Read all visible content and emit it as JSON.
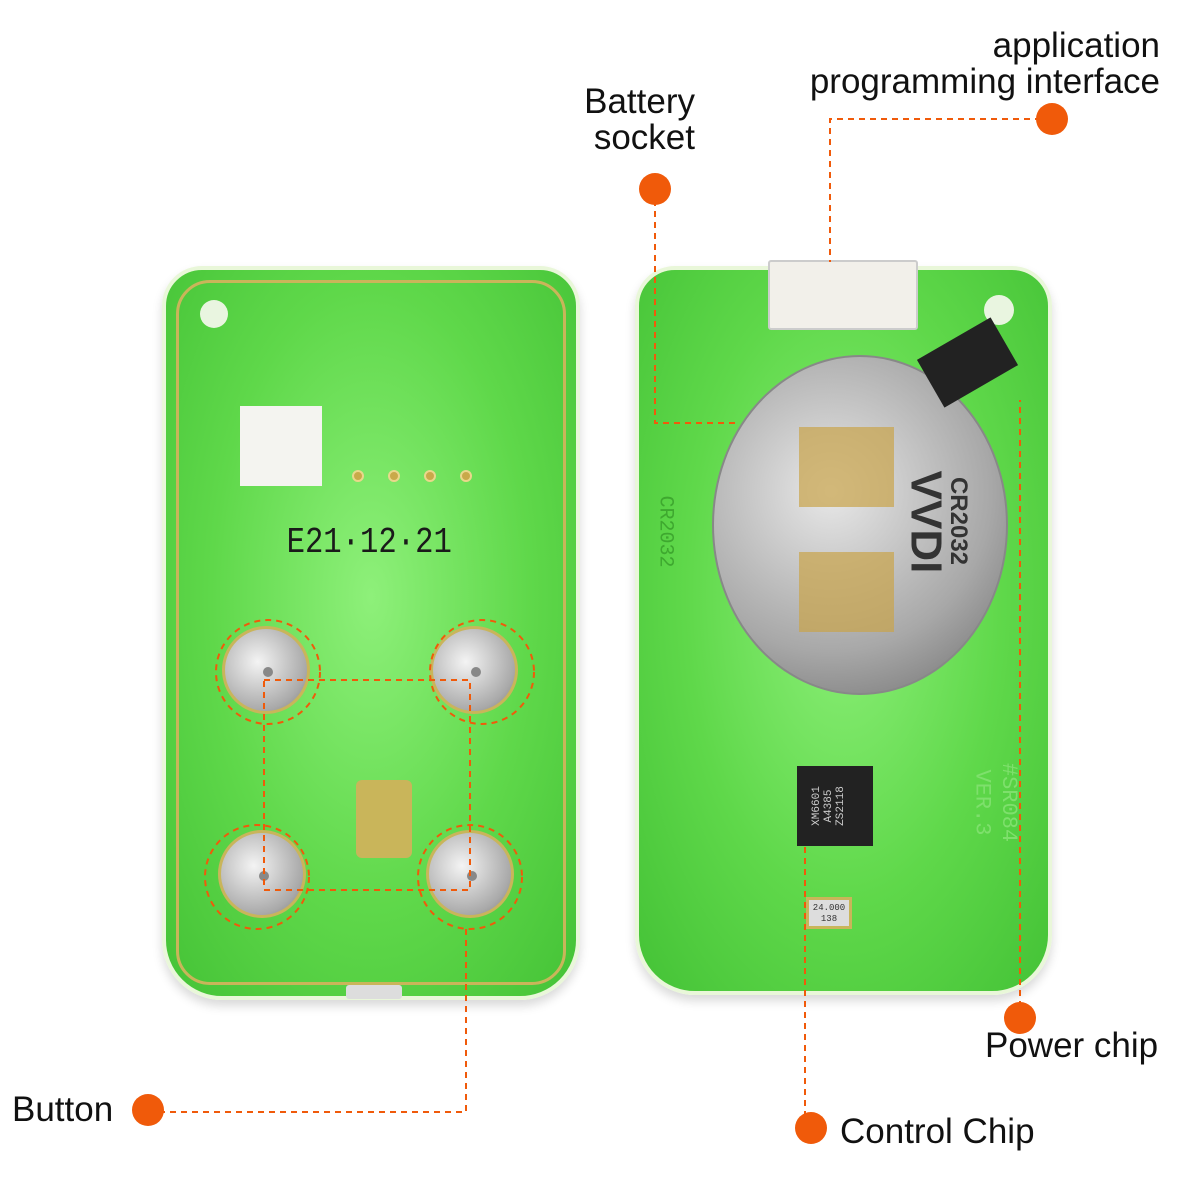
{
  "callouts": {
    "api": {
      "line1": "application",
      "line2": "programming interface"
    },
    "battery": {
      "line1": "Battery",
      "line2": "socket"
    },
    "power_chip": "Power chip",
    "control_chip": "Control Chip",
    "button": "Button"
  },
  "pcb_markings": {
    "date_code": "E21·12·21",
    "battery_type_silk": "CR2032",
    "holder_brand": "VVDI",
    "holder_type": "CR2032",
    "control_chip_text": [
      "XM6601",
      "A4385",
      "ZS2118"
    ],
    "crystal_text": [
      "24.000",
      "138"
    ],
    "board_id": "#SR084",
    "board_version": "VER.3"
  },
  "colors": {
    "accent": "#f05a0a",
    "pcb": "#5fd84a",
    "trace": "#c9b55a"
  }
}
